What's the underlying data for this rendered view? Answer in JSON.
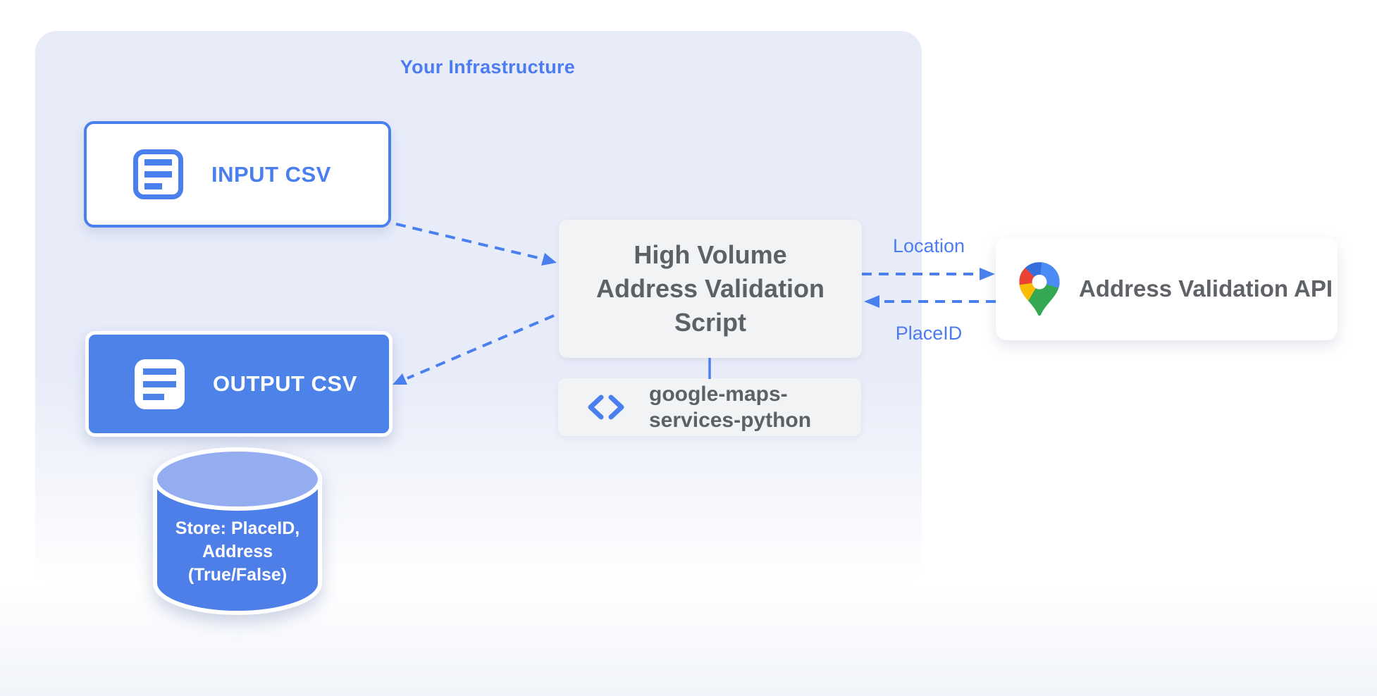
{
  "title": "Your Infrastructure",
  "nodes": {
    "input_csv": {
      "label": "INPUT CSV",
      "icon": "document-icon"
    },
    "output_csv": {
      "label": "OUTPUT CSV",
      "icon": "document-icon"
    },
    "datastore": {
      "line1": "Store: PlaceID,",
      "line2": "Address",
      "line3": "(True/False)"
    },
    "script": {
      "line1": "High Volume",
      "line2": "Address Validation",
      "line3": "Script"
    },
    "library": {
      "line1": "google-maps-",
      "line2": "services-python",
      "icon": "code-icon"
    },
    "api": {
      "label": "Address Validation API",
      "icon": "maps-pin-icon"
    }
  },
  "edges": {
    "location": "Location",
    "placeid": "PlaceID"
  },
  "colors": {
    "accent_blue": "#4a80ee",
    "title_blue": "#4c7cf0",
    "container_bg": "#e8ecf9",
    "gray_box": "#f1f3f4",
    "gray_text": "#5d6165",
    "output_fill": "#4d82e8",
    "cylinder_body": "#4e7fe8",
    "cylinder_top": "#94adf0",
    "maps_red": "#EA4335",
    "maps_blue": "#4285F4",
    "maps_yellow": "#FBBC04",
    "maps_green": "#34A853"
  }
}
